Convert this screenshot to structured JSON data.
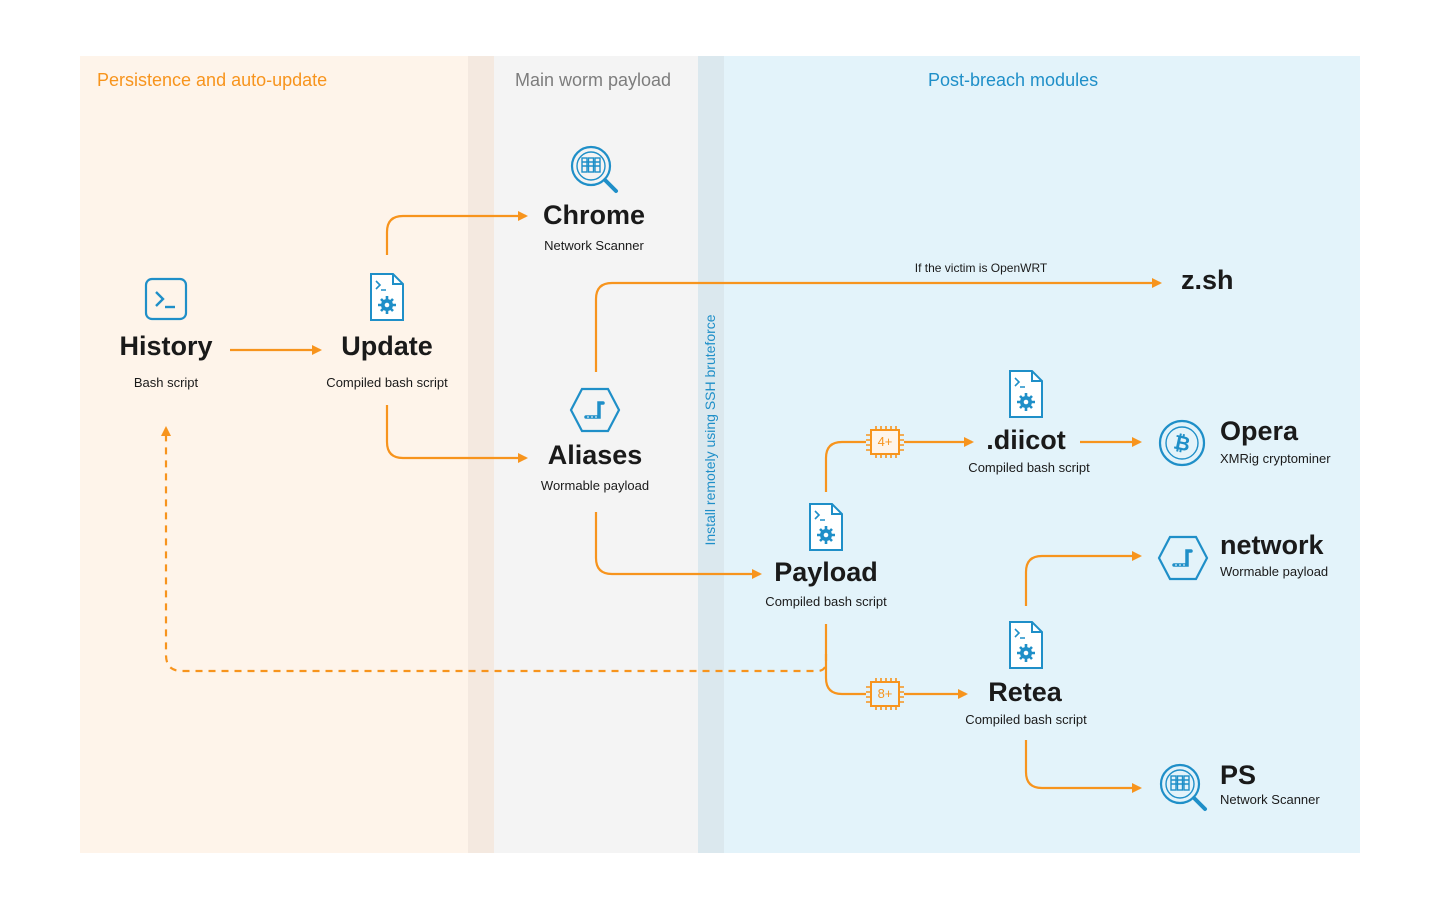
{
  "sections": {
    "persistence": "Persistence and auto-update",
    "main": "Main worm payload",
    "post": "Post-breach modules"
  },
  "divider_label": "Install remotely using SSH bruteforce",
  "edge_labels": {
    "openwrt": "If the victim is OpenWRT"
  },
  "nodes": {
    "history": {
      "title": "History",
      "sub": "Bash script",
      "icon": "terminal-icon"
    },
    "update": {
      "title": "Update",
      "sub": "Compiled bash script",
      "icon": "script-file-icon"
    },
    "chrome": {
      "title": "Chrome",
      "sub": "Network Scanner",
      "icon": "network-scanner-icon"
    },
    "aliases": {
      "title": "Aliases",
      "sub": "Wormable payload",
      "icon": "worm-icon"
    },
    "zsh": {
      "title": "z.sh"
    },
    "payload": {
      "title": "Payload",
      "sub": "Compiled bash script",
      "icon": "script-file-icon"
    },
    "diicot": {
      "title": ".diicot",
      "sub": "Compiled bash script",
      "icon": "script-file-icon"
    },
    "opera": {
      "title": "Opera",
      "sub": "XMRig cryptominer",
      "icon": "bitcoin-icon"
    },
    "network": {
      "title": "network",
      "sub": "Wormable payload",
      "icon": "worm-icon"
    },
    "retea": {
      "title": "Retea",
      "sub": "Compiled bash script",
      "icon": "script-file-icon"
    },
    "ps": {
      "title": "PS",
      "sub": "Network Scanner",
      "icon": "network-scanner-icon"
    }
  },
  "chips": {
    "cpu4": "4+",
    "cpu8": "8+"
  },
  "colors": {
    "orange": "#f7941d",
    "blue": "#1f8fc8",
    "persistence_bg": "#fef4ea",
    "main_bg": "#f4f4f4",
    "post_bg": "#e3f3fa"
  }
}
